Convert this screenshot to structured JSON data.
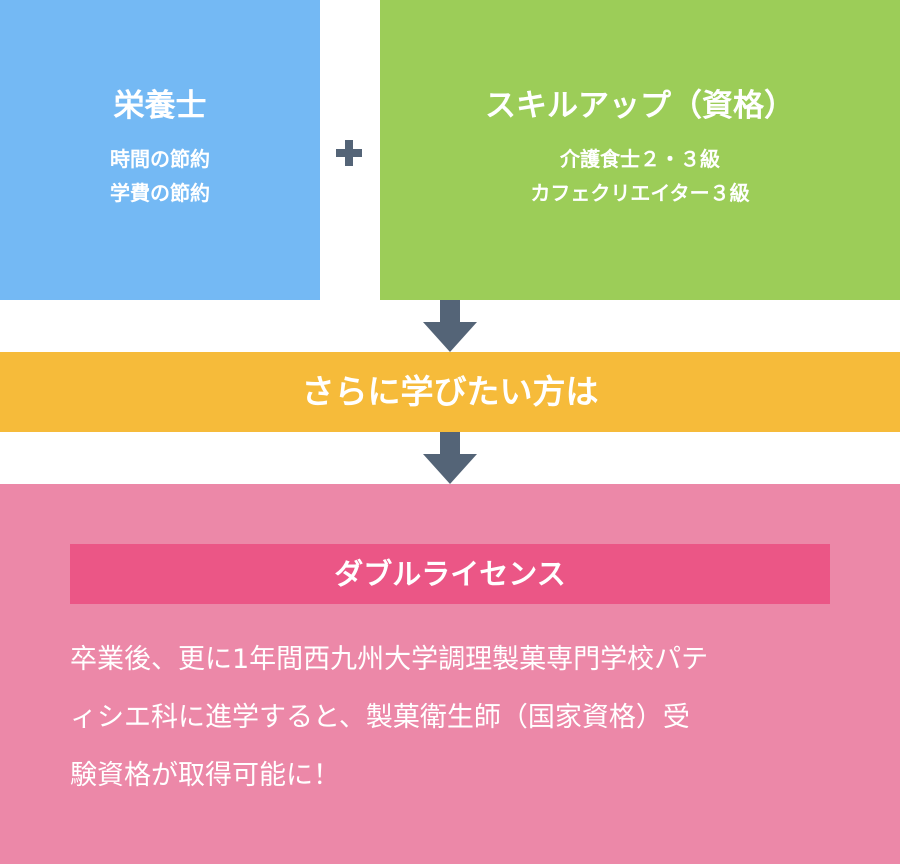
{
  "left_box": {
    "title": "栄養士",
    "lines": [
      "時間の節約",
      "学費の節約"
    ]
  },
  "right_box": {
    "title": "スキルアップ（資格）",
    "lines": [
      "介護食士２・３級",
      "カフェクリエイター３級"
    ]
  },
  "middle": {
    "text": "さらに学びたい方は"
  },
  "bottom": {
    "banner": "ダブルライセンス",
    "description_lines": [
      "卒業後、更に1年間西九州大学調理製菓専門学校パテ",
      "ィシエ科に進学すると、製菓衛生師（国家資格）受",
      "験資格が取得可能に！"
    ]
  },
  "colors": {
    "blue": "#74b9f4",
    "green": "#9ccd58",
    "yellow": "#f6bb3a",
    "pink": "#ec88a8",
    "banner_pink": "#eb5686",
    "connector": "#546477"
  }
}
